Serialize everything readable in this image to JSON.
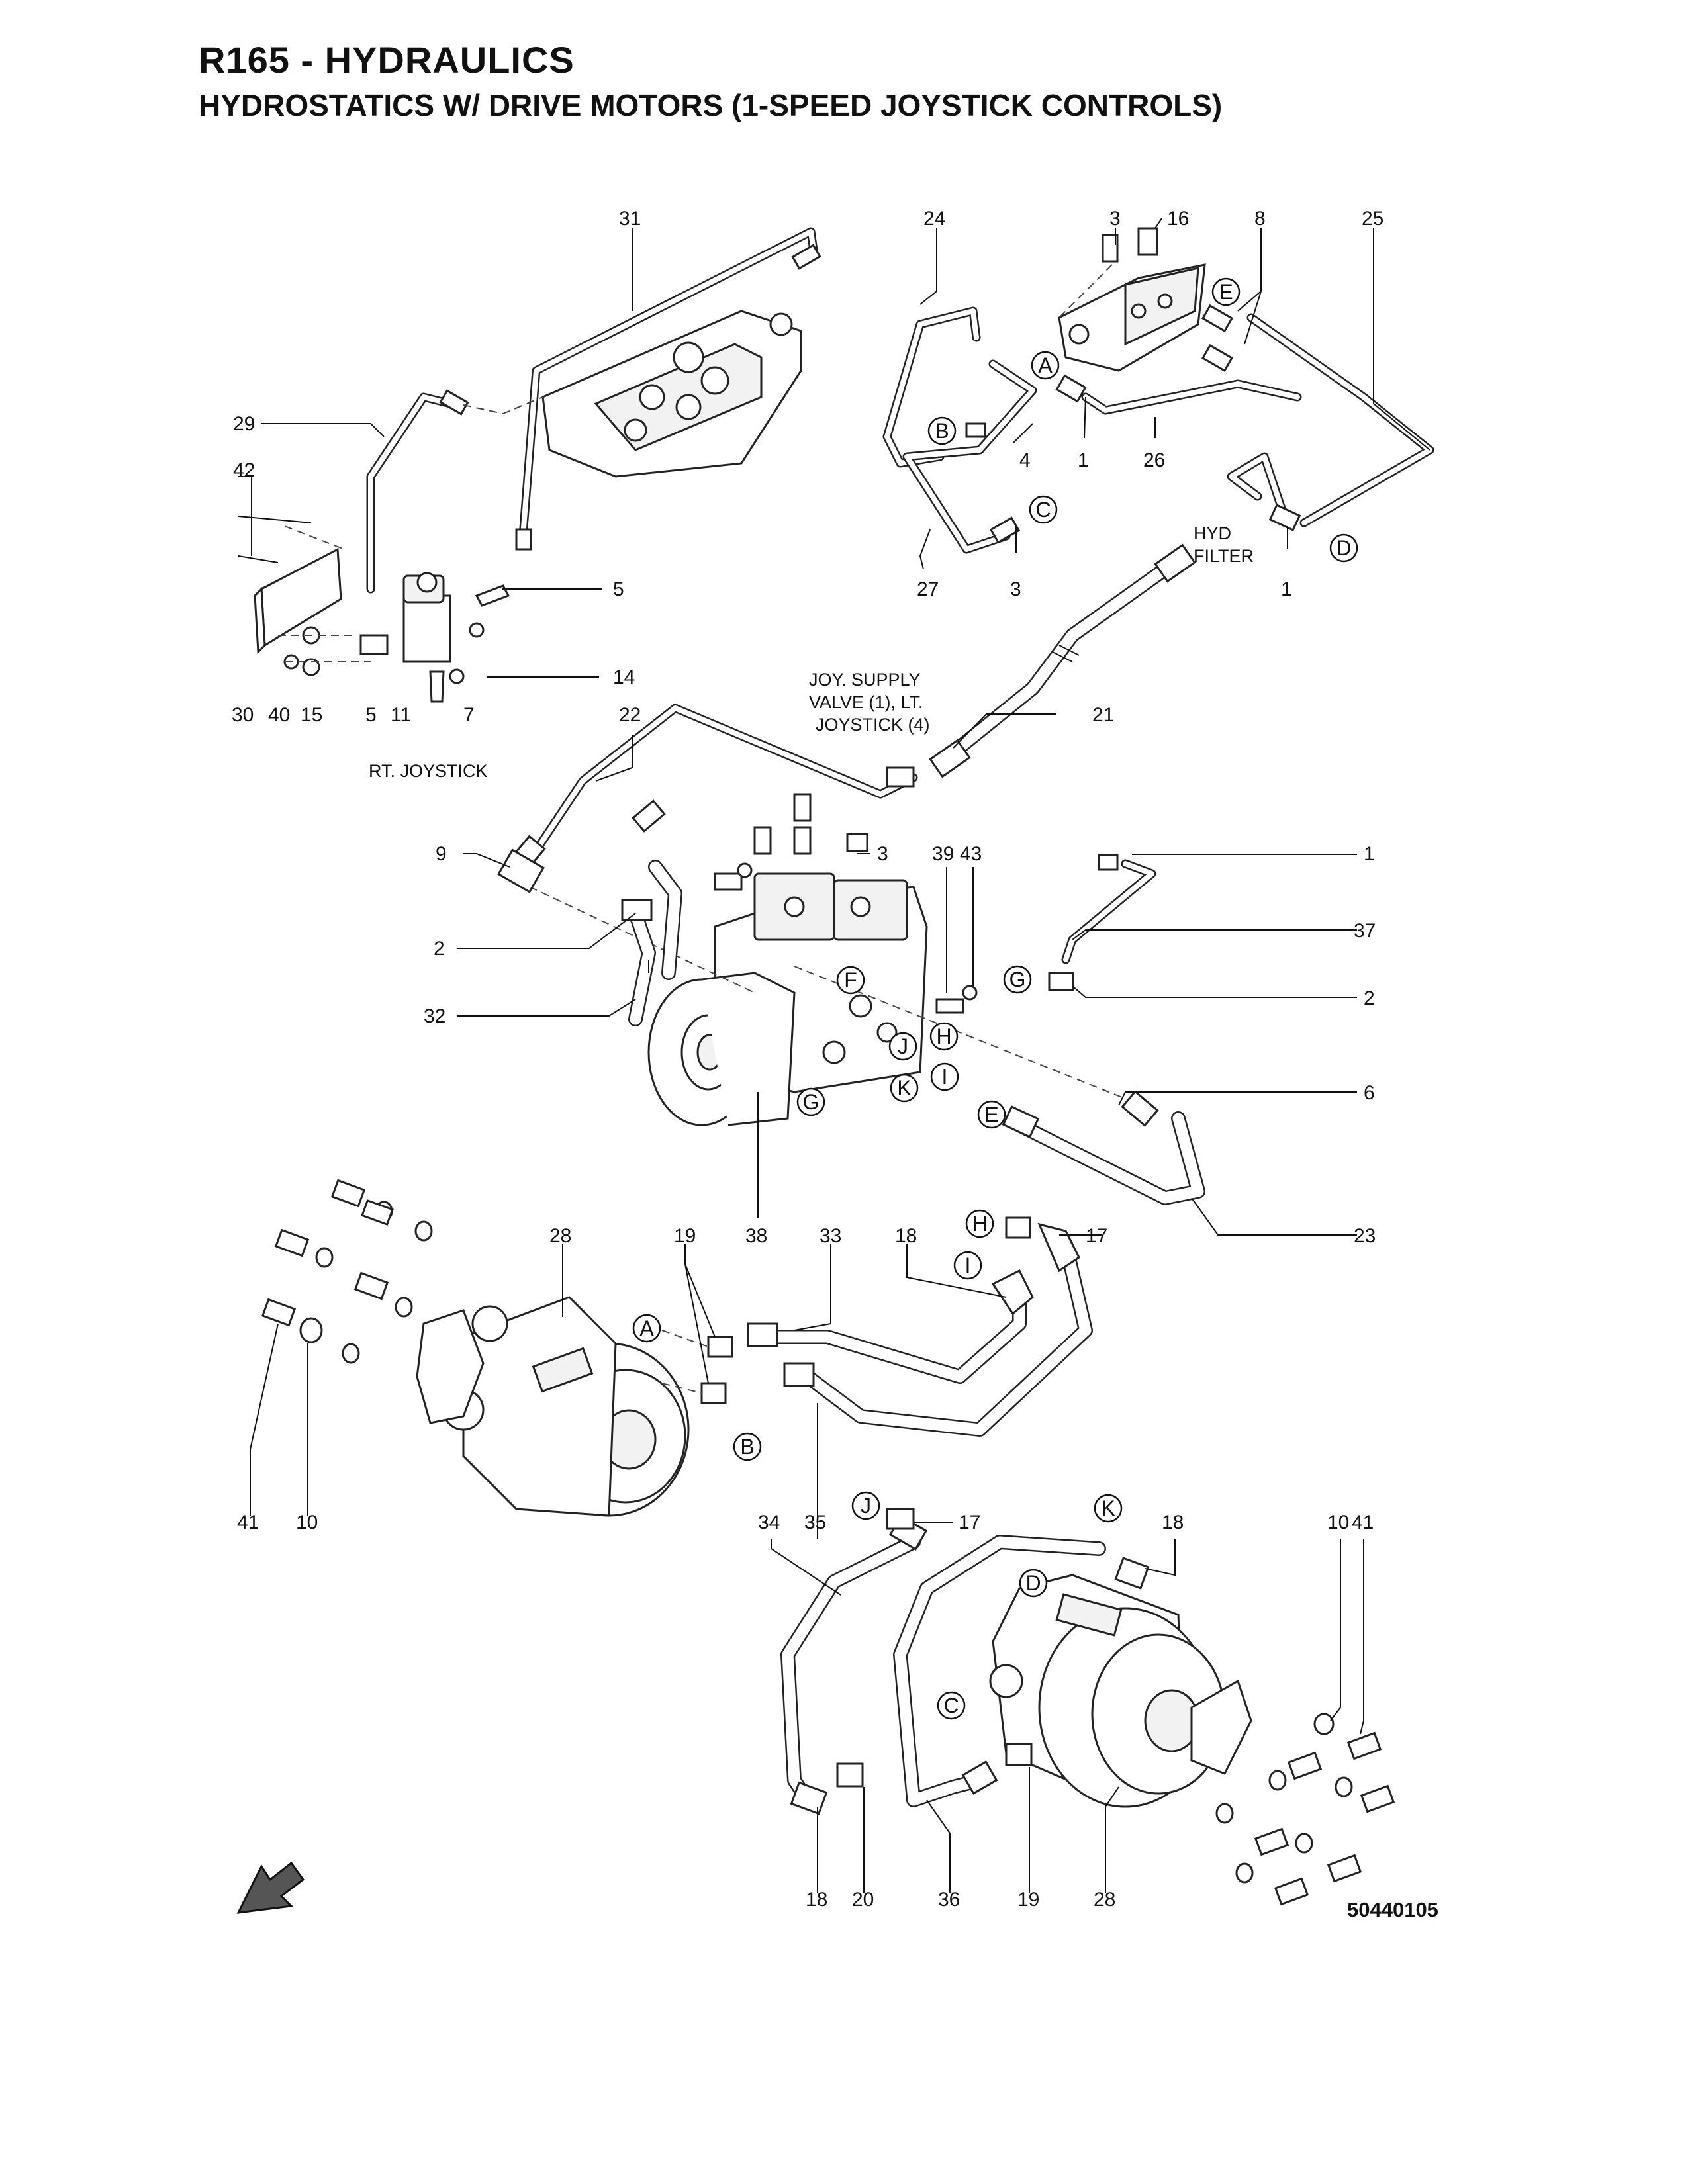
{
  "header": {
    "title": "R165 -  HYDRAULICS",
    "subtitle": "HYDROSTATICS W/ DRIVE MOTORS (1-SPEED JOYSTICK CONTROLS)"
  },
  "document_number": "50440105",
  "notes": {
    "hyd_filter_line1": "HYD",
    "hyd_filter_line2": "FILTER",
    "joy_supply_line1": "JOY. SUPPLY",
    "joy_supply_line2": "VALVE (1), LT.",
    "joy_supply_line3": "JOYSTICK (4)",
    "rt_joystick": "RT. JOYSTICK"
  },
  "callouts": [
    "31",
    "24",
    "3",
    "16",
    "8",
    "25",
    "29",
    "42",
    "5",
    "4",
    "1",
    "26",
    "27",
    "3",
    "1",
    "14",
    "30",
    "40",
    "15",
    "5",
    "11",
    "7",
    "22",
    "21",
    "9",
    "3",
    "39",
    "43",
    "1",
    "37",
    "2",
    "2",
    "32",
    "6",
    "23",
    "38",
    "28",
    "19",
    "33",
    "18",
    "17",
    "41",
    "10",
    "34",
    "35",
    "17",
    "18",
    "10",
    "41",
    "18",
    "20",
    "36",
    "19",
    "28"
  ],
  "connection_letters": [
    "E",
    "A",
    "B",
    "C",
    "D",
    "F",
    "G",
    "H",
    "J",
    "K",
    "I",
    "G",
    "E",
    "H",
    "I",
    "A",
    "B",
    "J",
    "K",
    "D",
    "C"
  ]
}
